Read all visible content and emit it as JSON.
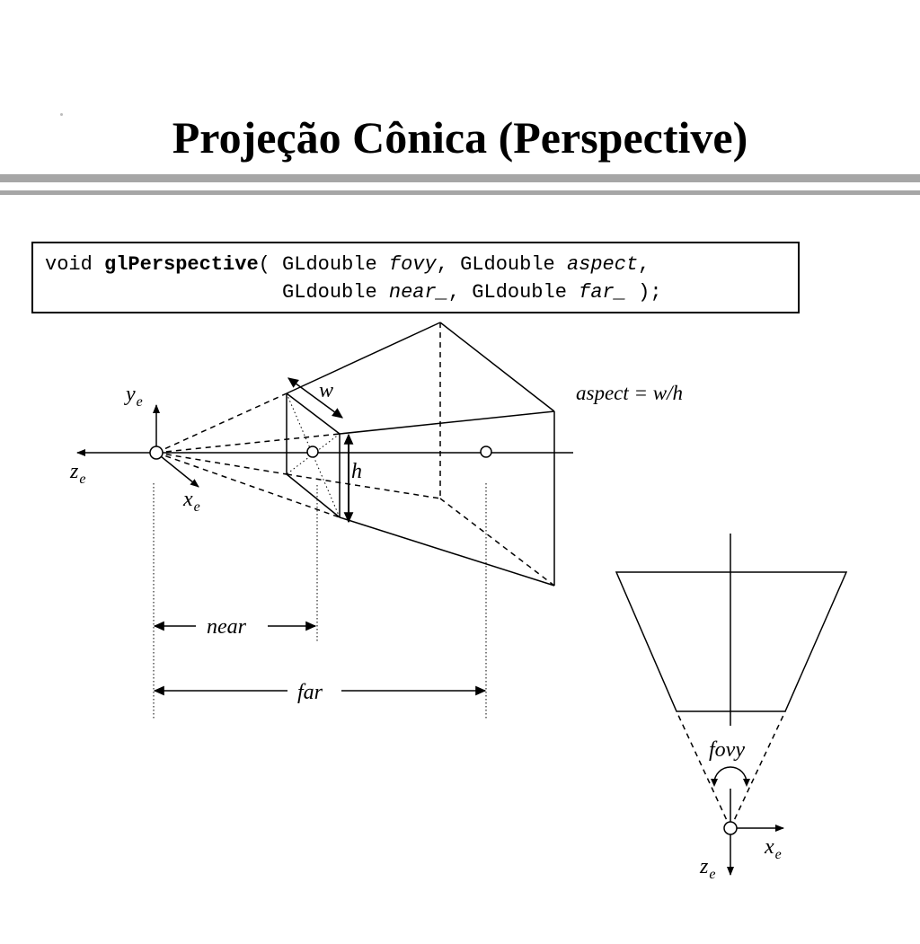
{
  "title": "Projeção Cônica (Perspective)",
  "code": {
    "line1": {
      "keyword": "void",
      "function_name": "glPerspective",
      "open": "( GLdouble ",
      "param1": "fovy",
      "sep1": ", GLdouble ",
      "param2": "aspect",
      "tail": ","
    },
    "line2": {
      "lead": "GLdouble ",
      "param3": "near_",
      "sep": ", GLdouble ",
      "param4": "far_",
      "tail": " );"
    }
  },
  "labels": {
    "aspect": "aspect = w/h",
    "w": "w",
    "h": "h",
    "near": "near",
    "far": "far",
    "fovy": "fovy",
    "axis_y": "y",
    "axis_z": "z",
    "axis_x": "x",
    "axis_subscript": "e"
  }
}
